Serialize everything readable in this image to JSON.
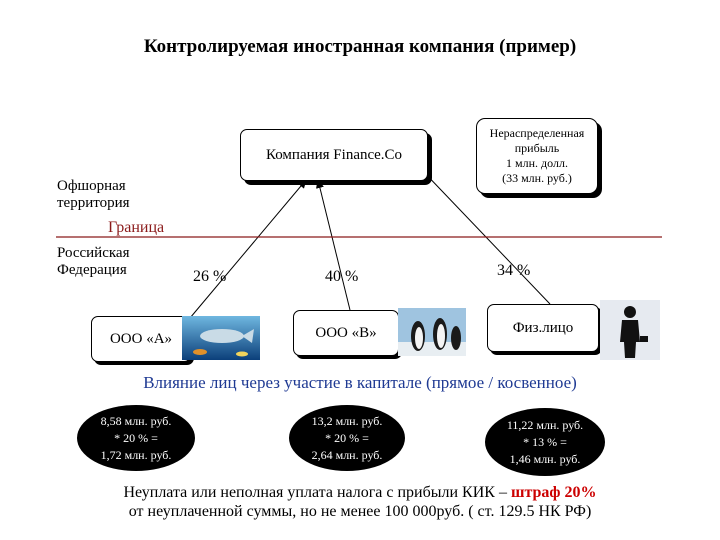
{
  "title": "Контролируемая иностранная компания (пример)",
  "finance_box": "Компания Finance.Co",
  "profit_box": [
    "Нераспределенная",
    "прибыль",
    "1 млн. долл.",
    "(33 млн. руб.)"
  ],
  "offshore_label": [
    "Офшорная",
    "территория"
  ],
  "border_label": "Граница",
  "russia_label": [
    "Российская",
    "Федерация"
  ],
  "shares": {
    "a": "26 %",
    "b": "40 %",
    "person": "34 %"
  },
  "entities": {
    "a": "ООО «А»",
    "b": "ООО «В»",
    "person": "Физ.лицо"
  },
  "influence": "Влияние лиц через участие в капитале (прямое / косвенное)",
  "calcs": [
    [
      "8,58 млн. руб.",
      "* 20 % =",
      "1,72 млн. руб."
    ],
    [
      "13,2 млн. руб.",
      "* 20 % =",
      "2,64 млн. руб."
    ],
    [
      "11,22 млн. руб.",
      "* 13 % =",
      "1,46 млн. руб."
    ]
  ],
  "footer": {
    "line1_pre": "Неуплата или неполная уплата налога с прибыли КИК – ",
    "line1_red": "штраф 20%",
    "line2": "от неуплаченной суммы, но не менее 100 000руб. ( ст. 129.5 НК РФ)"
  },
  "colors": {
    "border_line": "#8b1a1a",
    "influence_text": "#1f3a93",
    "penalty": "#cc0000"
  }
}
